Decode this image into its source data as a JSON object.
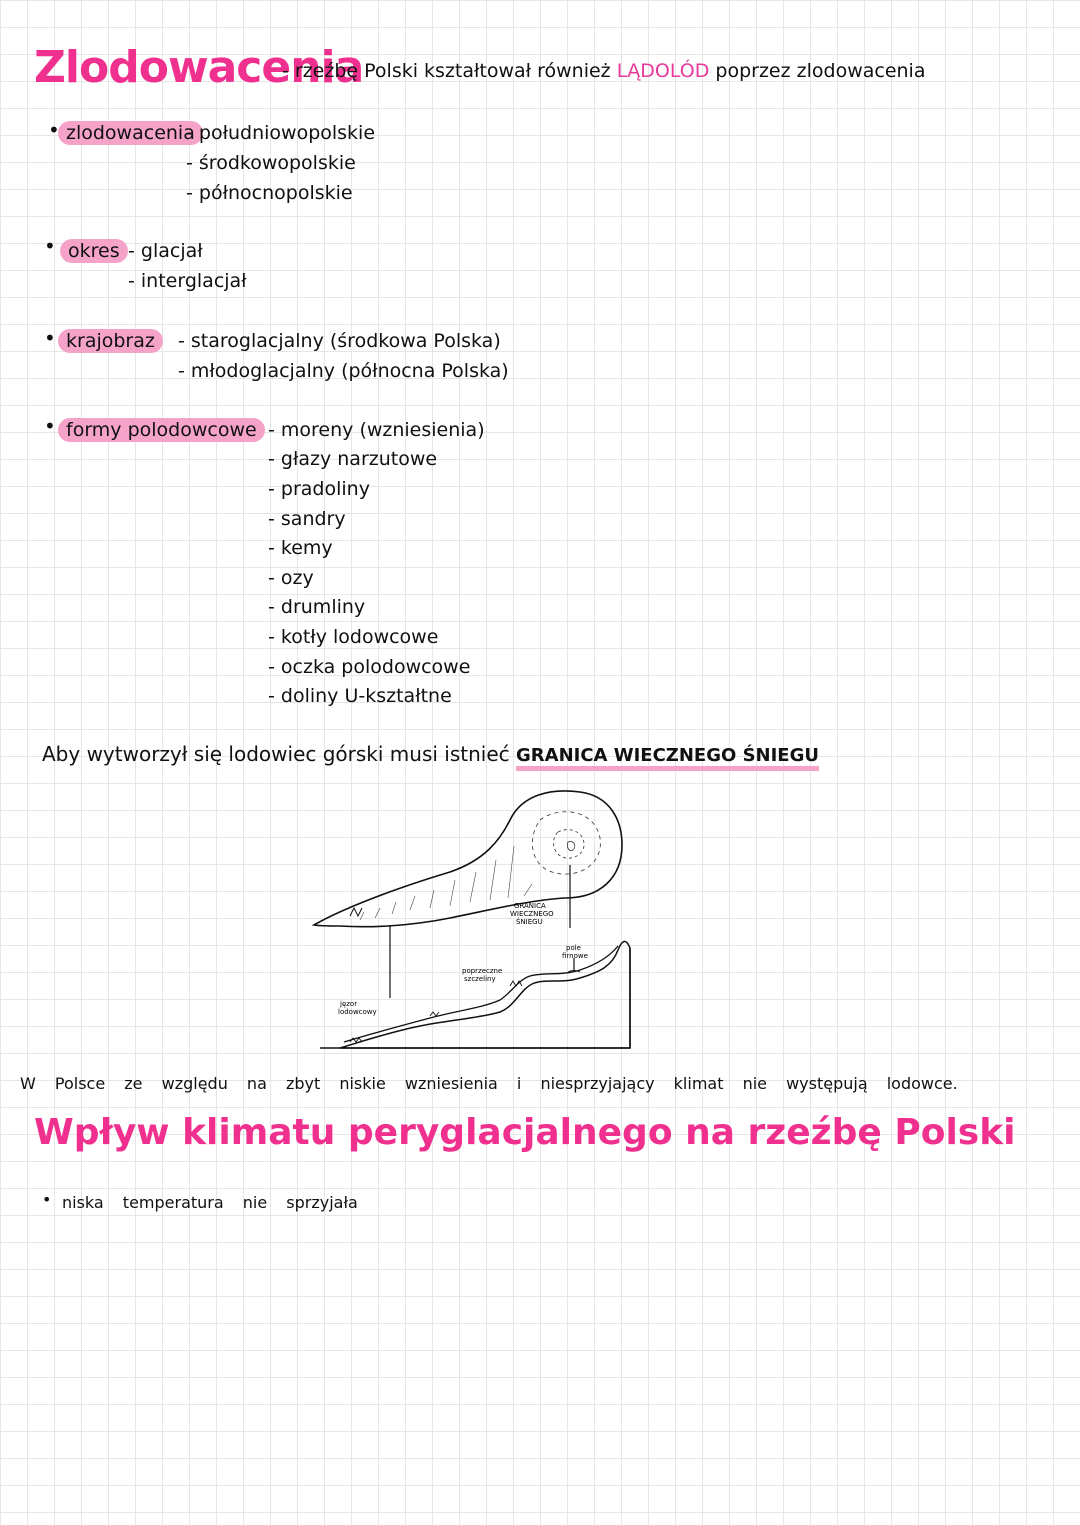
{
  "title1": "Zlodowacenia",
  "intro": {
    "prefix": "- rzeźbę Polski kształtował również",
    "accent": "LĄDOLÓD",
    "suffix": "poprzez zlodowacenia"
  },
  "sections": {
    "zlodowacenia": {
      "label": "zlodowacenia",
      "items": [
        "- południowopolskie",
        "- środkowopolskie",
        "- północnopolskie"
      ]
    },
    "okres": {
      "label": "okres",
      "items": [
        "- glacjał",
        "- interglacjał"
      ]
    },
    "krajobraz": {
      "label": "krajobraz",
      "items": [
        "- staroglacjalny (środkowa Polska)",
        "- młodoglacjalny (północna Polska)"
      ]
    },
    "formy": {
      "label": "formy polodowcowe",
      "items": [
        "- moreny (wzniesienia)",
        "- głazy narzutowe",
        "- pradoliny",
        "- sandry",
        "- kemy",
        "- ozy",
        "- drumliny",
        "- kotły lodowcowe",
        "- oczka polodowcowe",
        "- doliny U-kształtne"
      ]
    }
  },
  "aby": {
    "text": "Aby wytworzył się lodowiec górski musi istnieć",
    "underlined": "GRANICA WIECZNEGO ŚNIEGU"
  },
  "diagram": {
    "label_granica": [
      "GRANICA",
      "WIECZNEGO",
      "ŚNIEGU"
    ],
    "label_pole": [
      "pole",
      "firnowe"
    ],
    "label_szczeliny": [
      "poprzeczne",
      "szczeliny"
    ],
    "label_jezor": [
      "jęzor",
      "lodowcowy"
    ]
  },
  "w_polsce": "W Polsce ze względu na zbyt niskie wzniesienia i niesprzyjający klimat nie występują lodowce.",
  "title2": "Wpływ klimatu peryglacjalnego na rzeźbę Polski",
  "bullet_last": "niska temperatura nie sprzyjała",
  "colors": {
    "accent": "#f0308f",
    "highlight": "#f5a3c9"
  }
}
